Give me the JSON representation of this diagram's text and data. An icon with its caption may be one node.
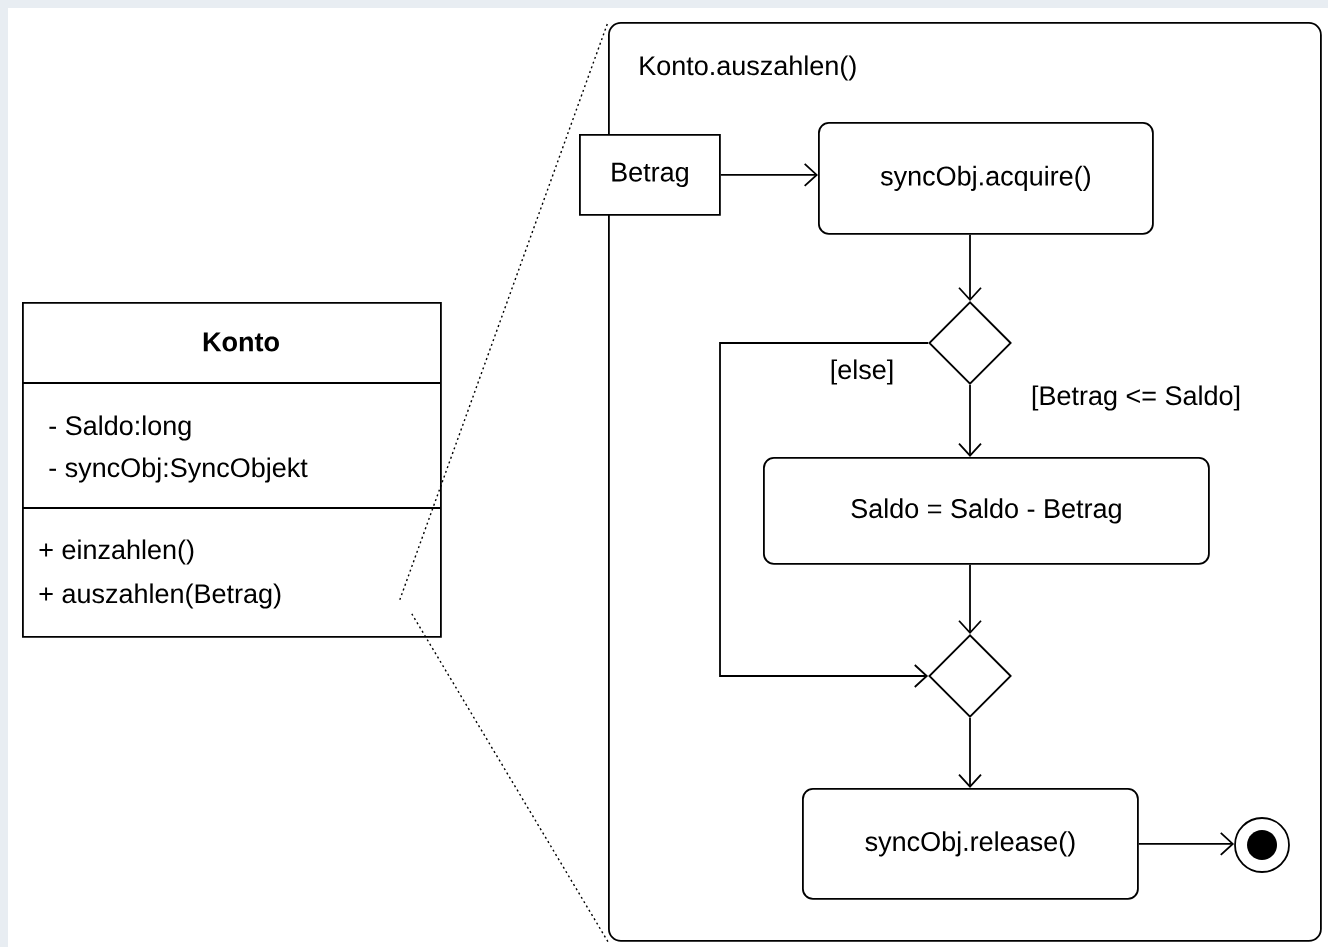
{
  "diagram": {
    "nodes": [
      {
        "text": [
          "Konto",
          "- Saldo:long",
          "- syncObj:SyncObjekt",
          "+ einzahlen()",
          "+ auszahlen(Betrag)"
        ]
      },
      {
        "text": [
          "Konto.auszahlen()"
        ]
      },
      {
        "text": [
          "Betrag"
        ],
        "in": 1
      },
      {
        "text": [
          "syncObj.acquire()"
        ],
        "in": 1
      },
      {
        "text": [],
        "shape": "diamond",
        "in": 1
      },
      {
        "text": [
          "Saldo = Saldo - Betrag"
        ],
        "in": 1
      },
      {
        "text": [],
        "shape": "diamond",
        "in": 1
      },
      {
        "text": [
          "syncObj.release()"
        ],
        "in": 1
      },
      {
        "text": [],
        "shape": "circle",
        "in": 1
      }
    ],
    "edges": [
      {
        "from": 2,
        "to": 3,
        "arrow": "to"
      },
      {
        "from": 3,
        "to": 4,
        "arrow": "to"
      },
      {
        "from": 4,
        "to": 5,
        "arrow": "to",
        "label": "[Betrag <= Saldo]"
      },
      {
        "from": 4,
        "to": 6,
        "arrow": "to",
        "label": "[else]"
      },
      {
        "from": 5,
        "to": 6,
        "arrow": "to"
      },
      {
        "from": 6,
        "to": 7,
        "arrow": "to"
      },
      {
        "from": 7,
        "to": 8,
        "arrow": "to"
      },
      {
        "from": 0,
        "to": 1,
        "arrow": "none",
        "style": "dashed"
      },
      {
        "from": 0,
        "to": 1,
        "arrow": "none",
        "style": "dashed"
      }
    ]
  }
}
